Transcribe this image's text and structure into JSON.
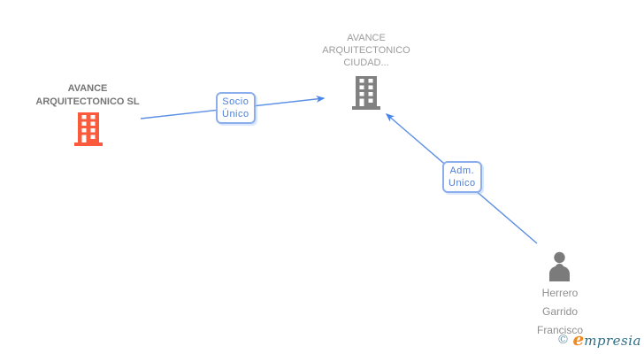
{
  "entities": {
    "company_left": {
      "label_line1": "AVANCE",
      "label_line2": "ARQUITECTONICO SL",
      "icon": "building-icon",
      "icon_color": "#FB5B3C",
      "text_color": "#757575"
    },
    "company_center": {
      "label_line1": "AVANCE",
      "label_line2": "ARQUITECTONICO",
      "label_line3": "CIUDAD...",
      "icon": "building-icon",
      "icon_color": "#818181",
      "text_color": "#9C9C9C"
    },
    "person": {
      "label_line1": "Herrero",
      "label_line2": "Garrido",
      "label_line3": "Francisco",
      "icon": "person-icon",
      "icon_color": "#7B7B7B",
      "text_color": "#8F8F8F"
    }
  },
  "relations": {
    "socio_unico": {
      "label_line1": "Socio",
      "label_line2": "Único",
      "from": "company_left",
      "to": "company_center"
    },
    "adm_unico": {
      "label_line1": "Adm.",
      "label_line2": "Unico",
      "from": "person",
      "to": "company_center"
    }
  },
  "colors": {
    "arrow": "#4A86E8",
    "relation_border": "#8BAEEC",
    "relation_text": "#4A7EDB",
    "background": "#FFFFFF"
  },
  "watermark": {
    "copyright_symbol": "©",
    "brand_initial": "e",
    "brand_rest": "mpresia"
  }
}
